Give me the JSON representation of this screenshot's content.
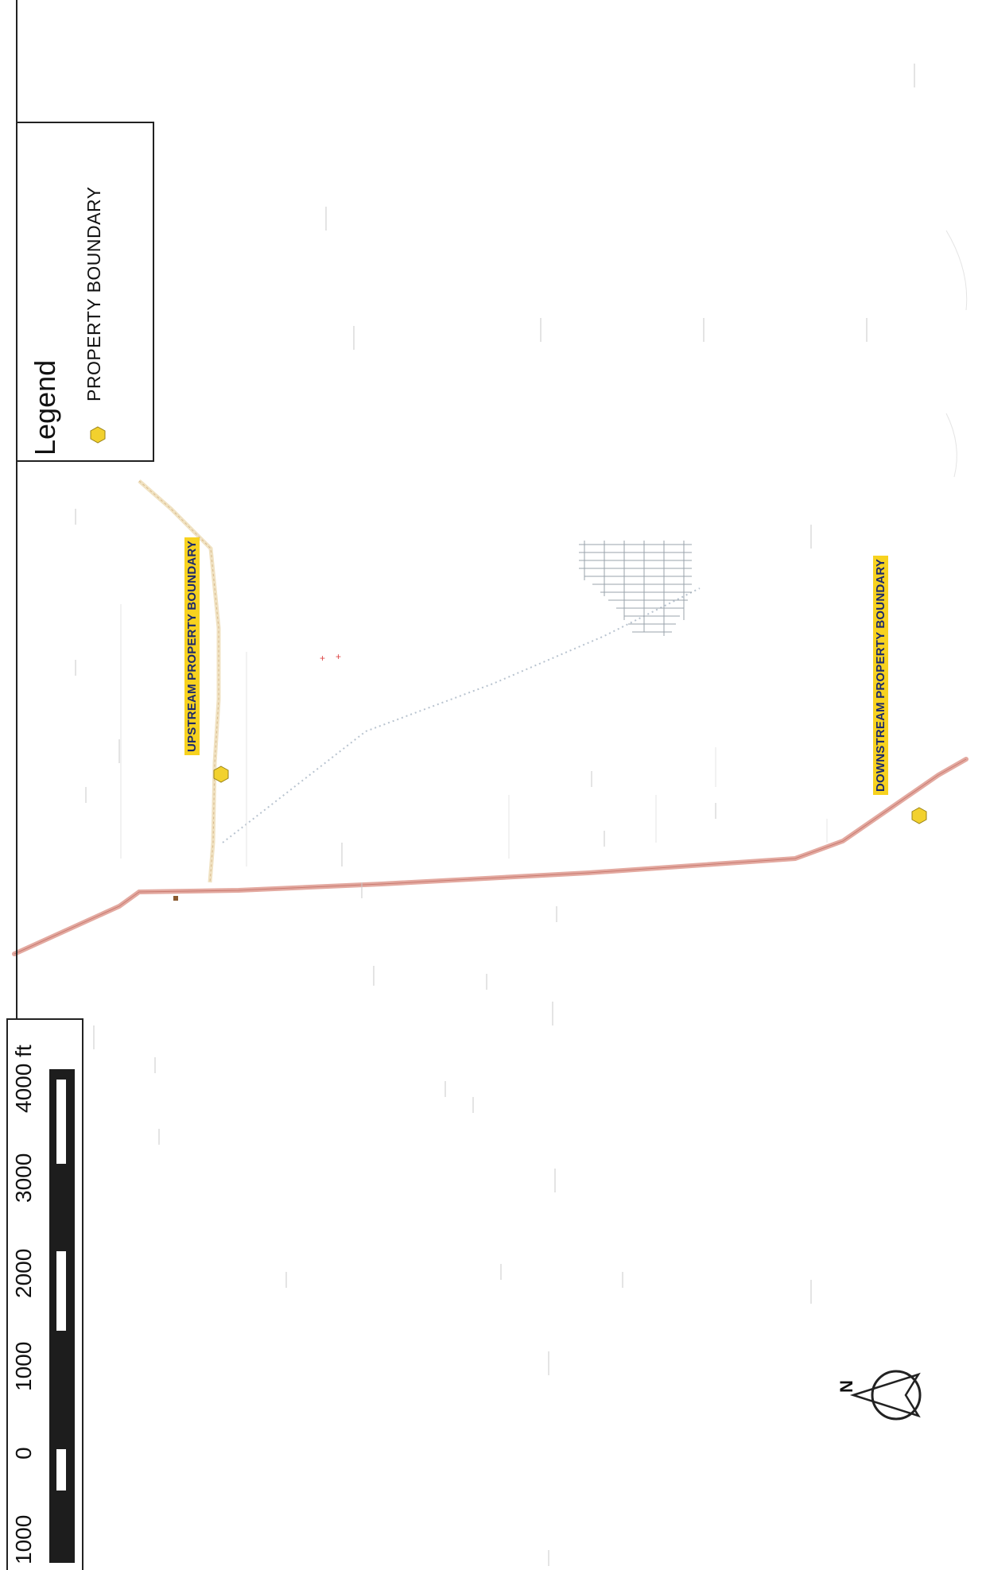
{
  "legend": {
    "title": "Legend",
    "item_label": "PROPERTY BOUNDARY",
    "marker_color": "#f2d12e"
  },
  "labels": {
    "upstream": "UPSTREAM PROPERTY BOUNDARY",
    "downstream": "DOWNSTREAM PROPERTY BOUNDARY"
  },
  "scale_bar": {
    "ticks": [
      "1000",
      "0",
      "1000",
      "2000",
      "3000",
      "4000 ft"
    ]
  },
  "north_arrow": {
    "letter": "N"
  },
  "colors": {
    "road": "#e3a9a0",
    "road_dark": "#c97a70",
    "label_bg": "#f7d21f",
    "label_text": "#1c2a6b",
    "frame": "#222222"
  }
}
